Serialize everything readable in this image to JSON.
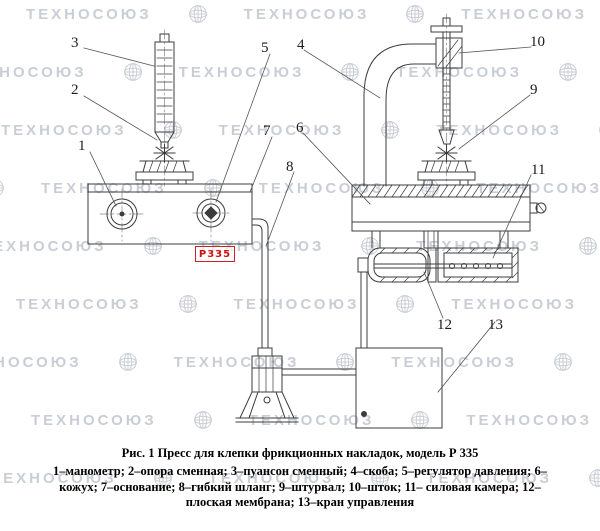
{
  "figure": {
    "title": "Рис. 1 Пресс для клепки фрикционных накладок, модель Р 335",
    "legend": "1–манометр;  2–опора сменная;  3–пуансон  сменный;  4–скоба;  5–регулятор давления; 6–кожух; 7–основание; 8–гибкий шланг; 9–штурвал; 10–шток; 11– силовая камера; 12–плоская мембрана; 13–кран управления",
    "model_label": "Р335"
  },
  "callouts": [
    {
      "n": "1"
    },
    {
      "n": "2"
    },
    {
      "n": "3"
    },
    {
      "n": "4"
    },
    {
      "n": "5"
    },
    {
      "n": "6"
    },
    {
      "n": "7"
    },
    {
      "n": "8"
    },
    {
      "n": "9"
    },
    {
      "n": "10"
    },
    {
      "n": "11"
    },
    {
      "n": "12"
    },
    {
      "n": "13"
    }
  ],
  "watermark": {
    "text": "ТЕХНОСОЮЗ",
    "icon": "globe-icon"
  },
  "colors": {
    "line": "#3c3c3c",
    "model_red": "#cc1111",
    "watermark_gray": "#c9ced6"
  }
}
